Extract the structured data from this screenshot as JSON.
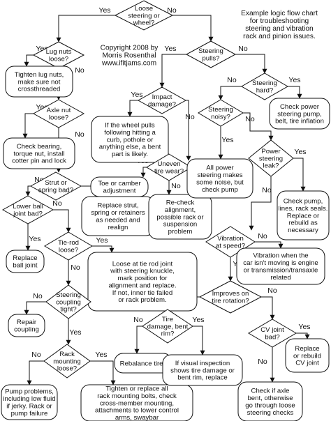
{
  "notes": {
    "copyright": [
      "Copyright 2008 by",
      "Morris Rosenthal",
      "www.ifitjams.com"
    ],
    "description": [
      "Example logic flow chart",
      "for troubleshooting",
      "steering and vibration",
      "rack and pinion issues."
    ]
  },
  "nodes": [
    {
      "id": "loose",
      "shape": "diamond",
      "lines": [
        "Loose",
        "steering or",
        "wheel?"
      ]
    },
    {
      "id": "lugnuts",
      "shape": "diamond",
      "lines": [
        "Lug nuts",
        "loose?"
      ]
    },
    {
      "id": "tighten_lug",
      "shape": "rect",
      "lines": [
        "Tighten lug nuts,",
        "make sure not",
        "crossthreaded"
      ]
    },
    {
      "id": "axle",
      "shape": "diamond",
      "lines": [
        "Axle nut",
        "loose?"
      ]
    },
    {
      "id": "bearing",
      "shape": "rect",
      "lines": [
        "Check bearing,",
        "torque nut, install",
        "cotter pin and lock"
      ]
    },
    {
      "id": "strut",
      "shape": "diamond",
      "lines": [
        "Strut or",
        "spring bad?"
      ]
    },
    {
      "id": "replace_strut",
      "shape": "rect",
      "lines": [
        "Replace strut,",
        "spring or retainers",
        "as needed and",
        "realign"
      ]
    },
    {
      "id": "lowerball",
      "shape": "diamond",
      "lines": [
        "Lower ball",
        "joint bad?"
      ]
    },
    {
      "id": "replace_ball",
      "shape": "rect",
      "lines": [
        "Replace",
        "ball joint"
      ]
    },
    {
      "id": "tierod",
      "shape": "diamond",
      "lines": [
        "Tie-rod",
        "loose?"
      ]
    },
    {
      "id": "loose_tierod",
      "shape": "rect",
      "lines": [
        "Loose at tie rod joint",
        "with steering knuckle,",
        "mark position for",
        "alignment and replace.",
        "If not, inner tie failed",
        "or rack problem."
      ]
    },
    {
      "id": "coupling",
      "shape": "diamond",
      "lines": [
        "Steering",
        "coupling",
        "tight?"
      ]
    },
    {
      "id": "repair_coupling",
      "shape": "rect",
      "lines": [
        "Repair",
        "coupling"
      ]
    },
    {
      "id": "rackmount",
      "shape": "diamond",
      "lines": [
        "Rack",
        "mounting",
        "loose?"
      ]
    },
    {
      "id": "pump_problems",
      "shape": "rect",
      "lines": [
        "Pump problems,",
        "including low fluid",
        "if jerky. Rack or",
        "pump failure"
      ]
    },
    {
      "id": "tighten_bolts",
      "shape": "rect",
      "lines": [
        "Tighten or replace all",
        "rack mounting bolts, check",
        "cross-member mounting,",
        "attachments to lower control",
        "arms, swaybar"
      ]
    },
    {
      "id": "pulls",
      "shape": "diamond",
      "lines": [
        "Steering",
        "pulls?"
      ]
    },
    {
      "id": "impact",
      "shape": "diamond",
      "lines": [
        "Impact",
        "damage?"
      ]
    },
    {
      "id": "wheel_pulls",
      "shape": "rect",
      "lines": [
        "If the wheel pulls",
        "following hitting a",
        "curb, pothole or",
        "anything else, a bent",
        "part is likely."
      ]
    },
    {
      "id": "uneven",
      "shape": "diamond",
      "lines": [
        "Uneven",
        "tire wear?"
      ]
    },
    {
      "id": "toe",
      "shape": "rect",
      "lines": [
        "Toe or camber",
        "adjustment"
      ]
    },
    {
      "id": "recheck",
      "shape": "rect",
      "lines": [
        "Re-check",
        "alignment,",
        "possible rack or",
        "suspension",
        "problem"
      ]
    },
    {
      "id": "hard",
      "shape": "diamond",
      "lines": [
        "Steering",
        "hard?"
      ]
    },
    {
      "id": "check_pump_belt",
      "shape": "rect",
      "lines": [
        "Check power",
        "steering pump,",
        "belt, tire inflation"
      ]
    },
    {
      "id": "noisy",
      "shape": "diamond",
      "lines": [
        "Steering",
        "noisy?"
      ]
    },
    {
      "id": "all_noise",
      "shape": "rect",
      "lines": [
        "All power",
        "steering makes",
        "some noise, but",
        "check pump"
      ]
    },
    {
      "id": "ps_leak",
      "shape": "diamond",
      "lines": [
        "Power",
        "steering",
        "leak?"
      ]
    },
    {
      "id": "check_pump_lines",
      "shape": "rect",
      "lines": [
        "Check pump,",
        "lines, rack seals.",
        "Replace or",
        "rebuild as",
        "necessary"
      ]
    },
    {
      "id": "vibration",
      "shape": "diamond",
      "lines": [
        "Vibration",
        "at speed?"
      ]
    },
    {
      "id": "vibration_stopped",
      "shape": "rect",
      "lines": [
        "Vibration when the",
        "car isn't moving is engine",
        "or transmission/transaxle",
        "related"
      ]
    },
    {
      "id": "improves",
      "shape": "diamond",
      "lines": [
        "Improves on",
        "tire rotation?"
      ]
    },
    {
      "id": "tire_damage",
      "shape": "diamond",
      "lines": [
        "Tire",
        "damage, bent",
        "rim?"
      ]
    },
    {
      "id": "rebalance",
      "shape": "rect",
      "lines": [
        "Rebalance tires"
      ]
    },
    {
      "id": "visual",
      "shape": "rect",
      "lines": [
        "If visual inspection",
        "shows tire damage or",
        "bent rim, replace"
      ]
    },
    {
      "id": "cvjoint",
      "shape": "diamond",
      "lines": [
        "CV joint",
        "bad?"
      ]
    },
    {
      "id": "replace_cv",
      "shape": "rect",
      "lines": [
        "Replace",
        "or rebuild",
        "CV joint"
      ]
    },
    {
      "id": "axle_bent",
      "shape": "rect",
      "lines": [
        "Check if axle",
        "bent, otherwise",
        "go through loose",
        "steering checks"
      ]
    }
  ],
  "edges": [
    {
      "from": "loose",
      "to": "lugnuts",
      "label": "Yes"
    },
    {
      "from": "loose",
      "to": "pulls",
      "label": "No"
    },
    {
      "from": "lugnuts",
      "to": "tighten_lug",
      "label": "Yes"
    },
    {
      "from": "lugnuts",
      "to": "axle",
      "label": "No"
    },
    {
      "from": "axle",
      "to": "bearing",
      "label": "Yes"
    },
    {
      "from": "axle",
      "to": "strut",
      "label": "No"
    },
    {
      "from": "strut",
      "to": "replace_strut",
      "label": "Yes"
    },
    {
      "from": "strut",
      "to": "lowerball",
      "label": "No"
    },
    {
      "from": "lowerball",
      "to": "replace_ball",
      "label": "Yes"
    },
    {
      "from": "lowerball",
      "to": "tierod",
      "label": "No"
    },
    {
      "from": "tierod",
      "to": "loose_tierod",
      "label": "Yes"
    },
    {
      "from": "tierod",
      "to": "coupling",
      "label": "No"
    },
    {
      "from": "coupling",
      "to": "repair_coupling",
      "label": "No"
    },
    {
      "from": "coupling",
      "to": "rackmount",
      "label": "Yes"
    },
    {
      "from": "rackmount",
      "to": "pump_problems",
      "label": "No"
    },
    {
      "from": "rackmount",
      "to": "tighten_bolts",
      "label": "Yes"
    },
    {
      "from": "pulls",
      "to": "impact",
      "label": "Yes"
    },
    {
      "from": "pulls",
      "to": "hard",
      "label": "No"
    },
    {
      "from": "impact",
      "to": "wheel_pulls",
      "label": "Yes"
    },
    {
      "from": "impact",
      "to": "uneven",
      "label": "No"
    },
    {
      "from": "uneven",
      "to": "toe",
      "label": "Yes"
    },
    {
      "from": "uneven",
      "to": "recheck",
      "label": "No"
    },
    {
      "from": "hard",
      "to": "check_pump_belt",
      "label": "Yes"
    },
    {
      "from": "hard",
      "to": "noisy",
      "label": "No"
    },
    {
      "from": "noisy",
      "to": "all_noise",
      "label": "Yes"
    },
    {
      "from": "noisy",
      "to": "ps_leak",
      "label": "No"
    },
    {
      "from": "ps_leak",
      "to": "check_pump_lines",
      "label": "Yes"
    },
    {
      "from": "ps_leak",
      "to": "vibration",
      "label": "No"
    },
    {
      "from": "vibration",
      "to": "vibration_stopped",
      "label": "No"
    },
    {
      "from": "vibration",
      "to": "improves",
      "label": "Yes"
    },
    {
      "from": "improves",
      "to": "tire_damage",
      "label": "Yes"
    },
    {
      "from": "improves",
      "to": "cvjoint",
      "label": "No"
    },
    {
      "from": "tire_damage",
      "to": "rebalance",
      "label": "No"
    },
    {
      "from": "tire_damage",
      "to": "visual",
      "label": "Yes"
    },
    {
      "from": "cvjoint",
      "to": "replace_cv",
      "label": "Yes"
    },
    {
      "from": "cvjoint",
      "to": "axle_bent",
      "label": "No"
    }
  ]
}
